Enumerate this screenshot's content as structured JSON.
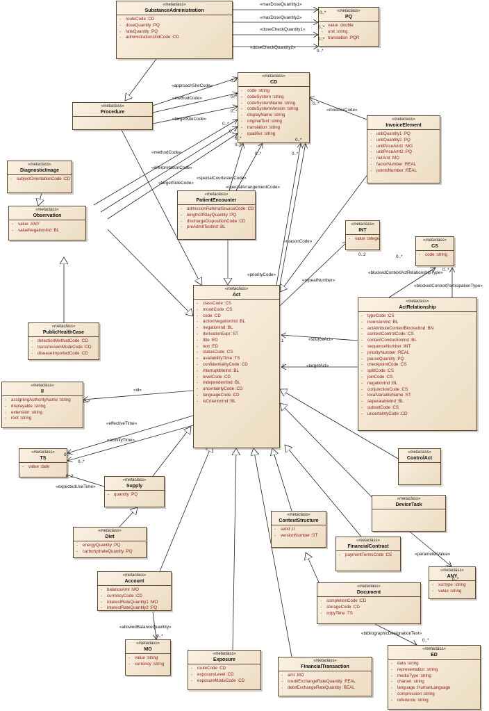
{
  "stereotype": "«metaclass»",
  "classes": [
    {
      "name": "SubstanceAdministration",
      "attrs": [
        "routeCode :CD",
        "doseQuantity :PQ",
        "rateQuantity :PQ",
        "administrationUnitCode :CD"
      ]
    },
    {
      "name": "PQ",
      "attrs": [
        "value :double",
        "unit :string",
        "translation :PQR"
      ]
    },
    {
      "name": "CD",
      "attrs": [
        "code :string",
        "codeSystem :string",
        "codeSystemName :string",
        "codeSystemVersion :string",
        "displayName :string",
        "originalText :string",
        "translation :string",
        "qualifier :string"
      ]
    },
    {
      "name": "Procedure",
      "attrs": []
    },
    {
      "name": "InvoiceElement",
      "attrs": [
        "unitQuantity1 :PQ",
        "unitQuantity2 :PQ",
        "unitPriceAmt1 :MO",
        "unitPriceAmt2 :PQ",
        "netAmt :MO",
        "factorNumber :REAL",
        "pointsNumber :REAL"
      ]
    },
    {
      "name": "DiagnosticImage",
      "attrs": [
        "subjectOrientationCode :CD"
      ]
    },
    {
      "name": "Observation",
      "attrs": [
        "value :ANY",
        "valueNegationInd :BL"
      ]
    },
    {
      "name": "PatientEncounter",
      "attrs": [
        "admissionReferralSourceCode :CD",
        "lengthOfStayQuantity :PQ",
        "dischargeDispositionCode :CD",
        "preAdmitTestInd :BL"
      ]
    },
    {
      "name": "INT",
      "attrs": [
        "value :integer"
      ]
    },
    {
      "name": "CS",
      "attrs": [
        "code :string"
      ]
    },
    {
      "name": "Act",
      "attrs": [
        "classCode :CS",
        "moodCode :CS",
        "code :CD",
        "actionNegationInd :BL",
        "negationInd :BL",
        "derivationExpr :ST",
        "title :ED",
        "text :ED",
        "statusCode :CS",
        "availabilityTime :TS",
        "confidentialityCode :CD",
        "interruptibleInd :BL",
        "levelCode :CD",
        "independentInd :BL",
        "uncertaintyCode :CD",
        "languageCode :CD",
        "isCriterionInd :BL"
      ]
    },
    {
      "name": "PublicHealthCase",
      "attrs": [
        "detectionMethodCode :CD",
        "transmissionModeCode :CD",
        "diseaseImportedCode :CD"
      ]
    },
    {
      "name": "ActRelationship",
      "attrs": [
        "typeCode :CS",
        "inversionInd :BL",
        "actAttributeContextBlockedInd :BN",
        "contextControlCode :CS",
        "contextConductionInd :BL",
        "sequenceNumber :INT",
        "priorityNumber :REAL",
        "pauseQuantity :PQ",
        "checkpointCode :CS",
        "splitCode :CS",
        "joinCode :CS",
        "negationInd :BL",
        "conjunctionCode :CS",
        "localVariableName :ST",
        "seperatableInd :BL",
        "subsetCode :CS",
        "uncertaintyCode :CD"
      ]
    },
    {
      "name": "II",
      "attrs": [
        "assigningAuthorityName :string",
        "displayable :string",
        "extension :string",
        "root :string"
      ]
    },
    {
      "name": "TS",
      "attrs": [
        "value :date"
      ]
    },
    {
      "name": "ControlAct",
      "attrs": []
    },
    {
      "name": "Supply",
      "attrs": [
        "quantity :PQ"
      ]
    },
    {
      "name": "DeviceTask",
      "attrs": []
    },
    {
      "name": "Diet",
      "attrs": [
        "energyQuantity :PQ",
        "carbohydrateQuantity :PQ"
      ]
    },
    {
      "name": "ContextStructure",
      "attrs": [
        "setId :II",
        "versionNumber :ST"
      ]
    },
    {
      "name": "FinancialContract",
      "attrs": [
        "paymentTermsCode :CE"
      ]
    },
    {
      "name": "ANY",
      "attrs": [
        "xsi:type :string",
        "value :string"
      ]
    },
    {
      "name": "Account",
      "attrs": [
        "balanceAmt :MO",
        "currencyCode :CD",
        "interestRateQuantity1 :MO",
        "interestRateQuantity2 :PQ"
      ]
    },
    {
      "name": "Document",
      "attrs": [
        "completionCode :CD",
        "storageCode :CD",
        "copyTime :TS"
      ]
    },
    {
      "name": "MO",
      "attrs": [
        "value :string",
        "currency :string"
      ]
    },
    {
      "name": "Exposure",
      "attrs": [
        "routeCode :CD",
        "exposureLevel :CD",
        "exposureModeCode :CD"
      ]
    },
    {
      "name": "FinancialTransaction",
      "attrs": [
        "amt :MO",
        "creditExchangeRateQuantity :REAL",
        "debitExchangeRateQuantity :REAL"
      ]
    },
    {
      "name": "ED",
      "attrs": [
        "data :string",
        "representation :string",
        "mediaType :string",
        "charset :string",
        "language :HumanLanguage",
        "compression :string",
        "reference :string"
      ]
    }
  ],
  "labels": [
    "«maxDoseQuantity1»",
    "«maxDoseQuantity2»",
    "«doseCheckQuantity1»",
    "«doseCheckQuantity2»",
    "«approachSiteCode»",
    "«methodCode»",
    "«targetSiteCode»",
    "«modifierCode»",
    "«methodCode»",
    "«interpretationCode»",
    "«targetSideCode»",
    "«specialCourtesiesCode»",
    "«specialArrangementCode»",
    "«reasonCode»",
    "«priorityCode»",
    "«repeatNumber»",
    "«blockedContextActRelationshipType»",
    "«blockedContextParticipationType»",
    "«sourceAct»",
    "«targetAct»",
    "«id»",
    "«effectiveTime»",
    "«activityTime»",
    "«expectedUseTime»",
    "«parameterValue»",
    "«allowedBalanceQuantity»",
    "«bibliographicDesignationText»"
  ],
  "multiplicities": [
    "0..*",
    "0..*",
    "0..*",
    "0..*",
    "0..*",
    "0..*",
    "0..*",
    "0..*",
    "0..*",
    "0..*",
    "0..*",
    "0..*",
    "0..*",
    "0..*",
    "0..*",
    "0..2",
    "0..*",
    "0..*",
    "1",
    "1",
    "0..*",
    "0..*",
    "0..*",
    "0..2",
    "0..*",
    "0..*",
    "0..*"
  ]
}
